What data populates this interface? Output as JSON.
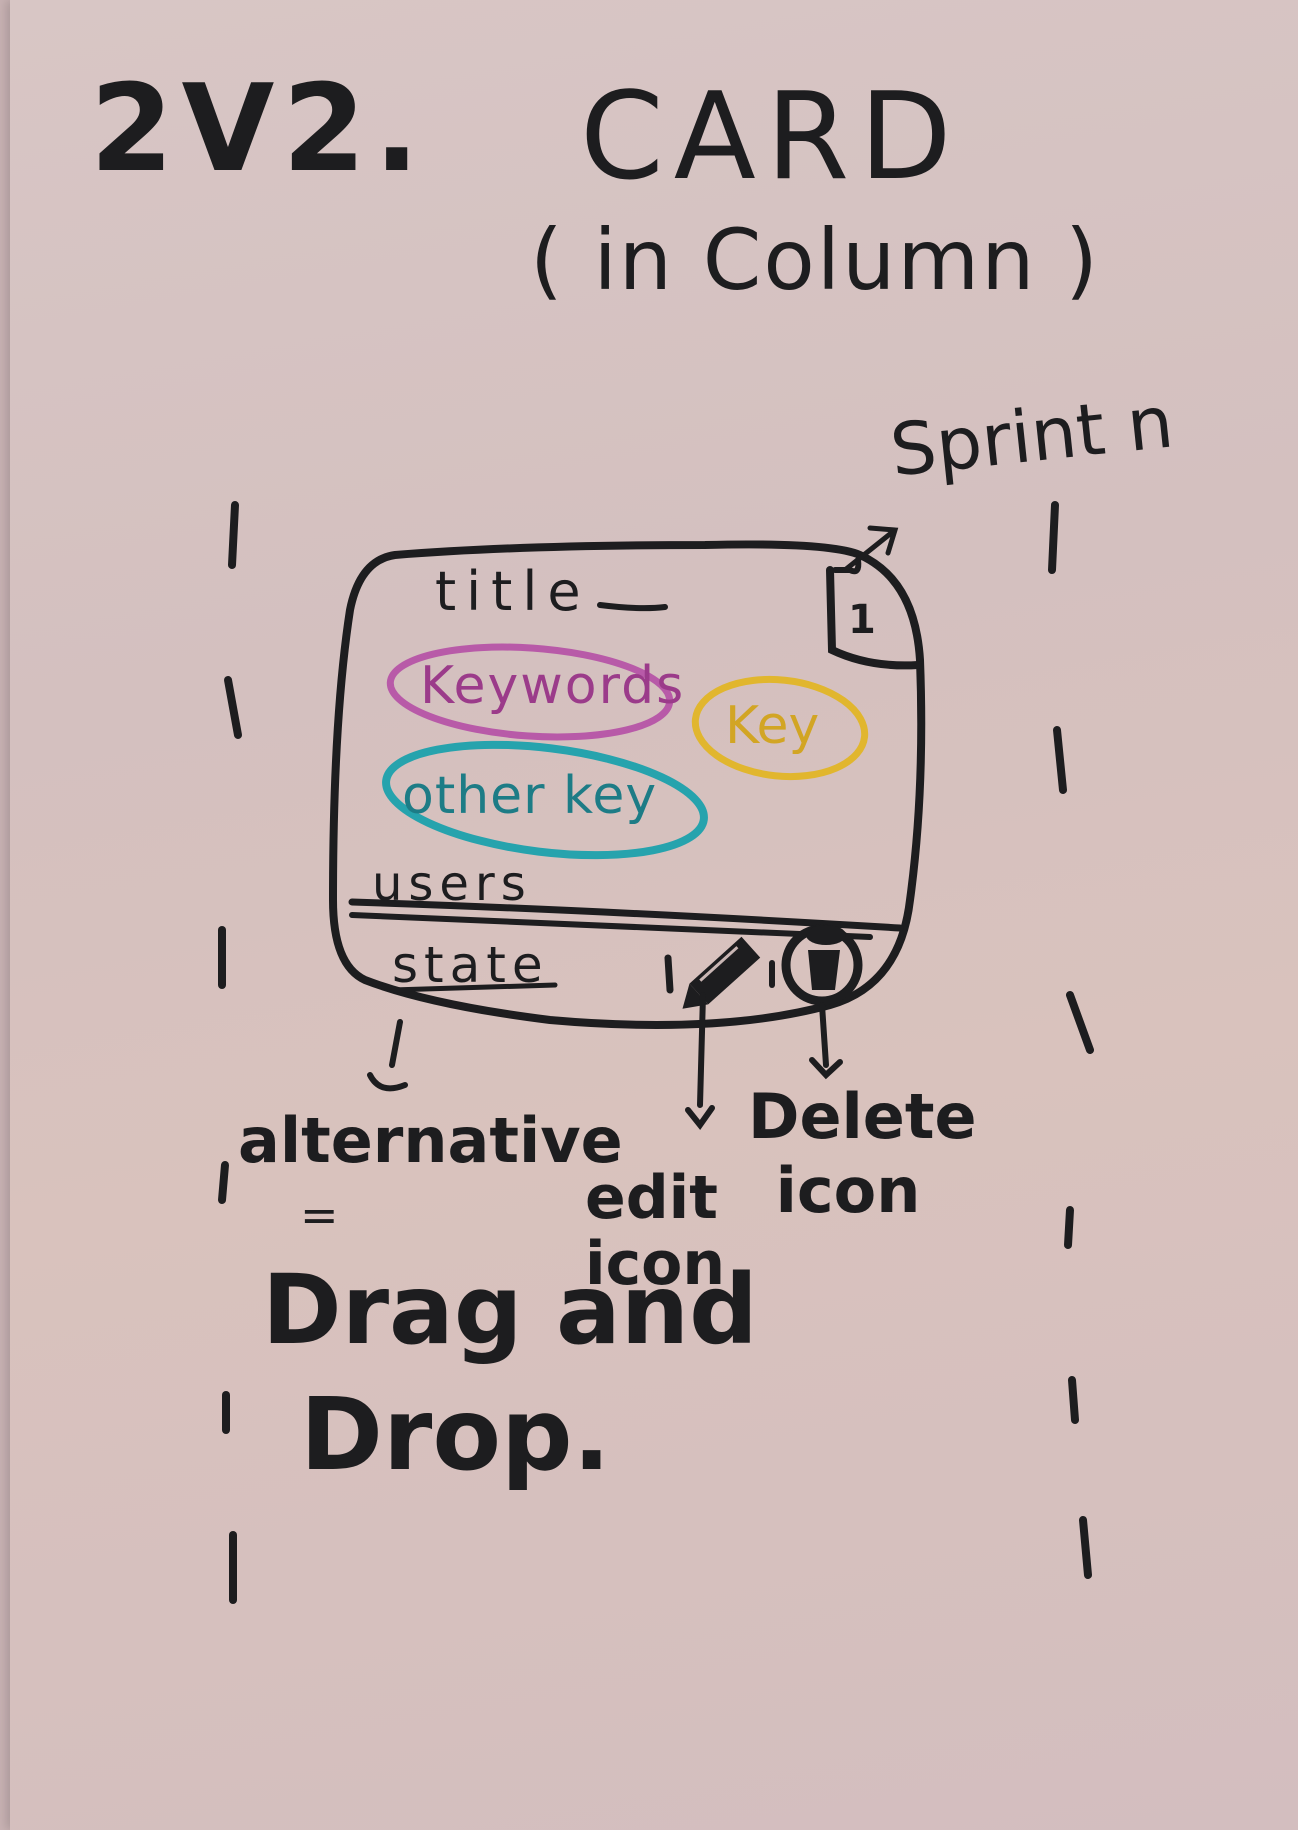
{
  "heading": {
    "version": "2V2.",
    "subject": "CARD",
    "context": "( in Column )"
  },
  "sprint_label": "Sprint n",
  "card": {
    "title": "title",
    "sprint_number": "1",
    "keywords": [
      {
        "text": "Keywords",
        "color": "#9b3b8a"
      },
      {
        "text": "Key",
        "color": "#d2a524"
      },
      {
        "text": "other key",
        "color": "#1d7c86"
      }
    ],
    "users": "users",
    "state": "state",
    "edit_icon": "pencil-icon",
    "delete_icon": "trash-icon"
  },
  "annotations": {
    "alternative": "alternative",
    "equals": "=",
    "drag_and": "Drag and",
    "drop": "Drop.",
    "edit_icon": "edit icon",
    "delete_icon": "Delete icon"
  },
  "colors": {
    "ink": "#1d1d1f",
    "paper": "#d6c2c1"
  }
}
